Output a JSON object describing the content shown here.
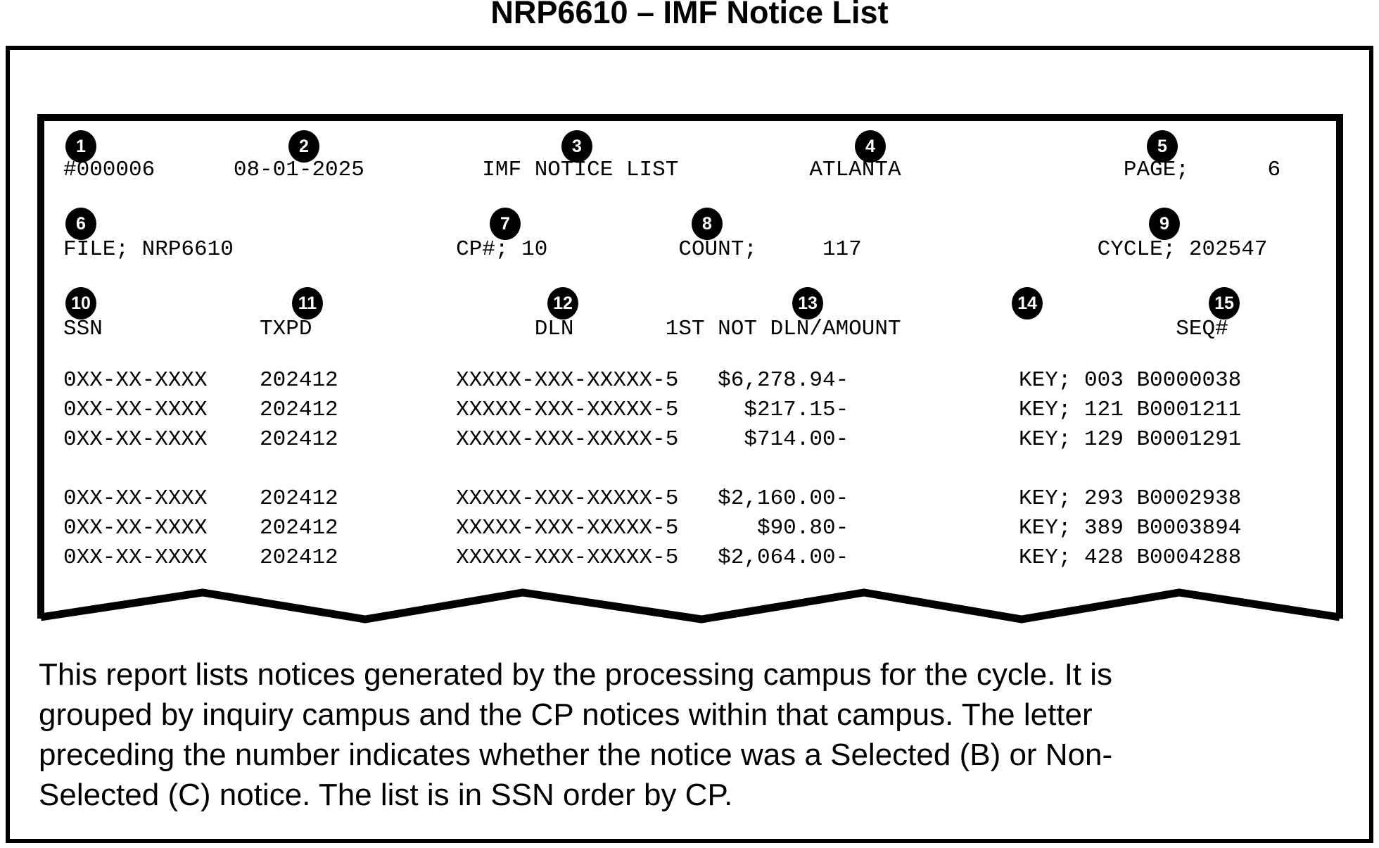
{
  "title": "NRP6610 – IMF Notice List",
  "report": {
    "header_line_1": "#000006      08-01-2025         IMF NOTICE LIST          ATLANTA                 PAGE;      6",
    "header_line_2": "FILE; NRP6610                 CP#; 10          COUNT;     117                  CYCLE; 202547",
    "column_header_line": "SSN            TXPD                 DLN       1ST NOT DLN/AMOUNT                     SEQ#",
    "rows": [
      "0XX-XX-XXXX    202412         XXXXX-XXX-XXXXX-5   $6,278.94-             KEY; 003 B0000038",
      "0XX-XX-XXXX    202412         XXXXX-XXX-XXXXX-5     $217.15-             KEY; 121 B0001211",
      "0XX-XX-XXXX    202412         XXXXX-XXX-XXXXX-5     $714.00-             KEY; 129 B0001291",
      "0XX-XX-XXXX    202412         XXXXX-XXX-XXXXX-5   $2,160.00-             KEY; 293 B0002938",
      "0XX-XX-XXXX    202412         XXXXX-XXX-XXXXX-5      $90.80-             KEY; 389 B0003894",
      "0XX-XX-XXXX    202412         XXXXX-XXX-XXXXX-5   $2,064.00-             KEY; 428 B0004288"
    ],
    "fields": {
      "run_number": "#000006",
      "date": "08-01-2025",
      "report_name": "IMF NOTICE LIST",
      "campus": "ATLANTA",
      "page_label": "PAGE;",
      "page_number": "6",
      "file": "FILE; NRP6610",
      "cp_number": "CP#; 10",
      "count_label": "COUNT;",
      "count_value": "117",
      "cycle": "CYCLE; 202547",
      "columns": [
        "SSN",
        "TXPD",
        "DLN",
        "1ST NOT DLN/AMOUNT",
        "SEQ#"
      ]
    }
  },
  "callouts": [
    "1",
    "2",
    "3",
    "4",
    "5",
    "6",
    "7",
    "8",
    "9",
    "10",
    "11",
    "12",
    "13",
    "14",
    "15"
  ],
  "description": {
    "lines": [
      "This report lists notices generated by the processing campus for the cycle. It is",
      "grouped by inquiry campus and the CP notices within that campus. The letter",
      "preceding the number indicates whether the notice was a Selected (B) or Non-",
      "Selected (C) notice. The list is in SSN order by CP."
    ]
  },
  "colors": {
    "ink": "#000000",
    "paper": "#ffffff"
  }
}
